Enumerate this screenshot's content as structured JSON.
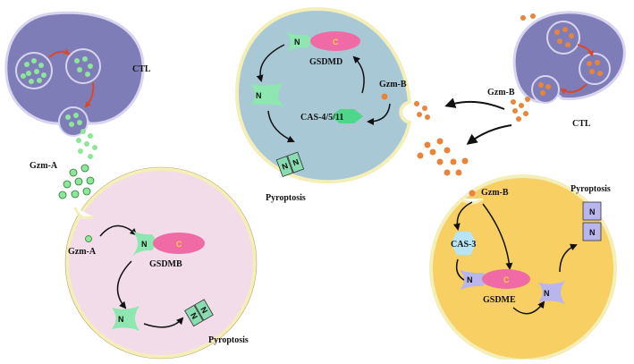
{
  "colors": {
    "ctl_membrane": "#d8d4ef",
    "ctl_fill": "#7f7db8",
    "granzyme_a": "#8ee69a",
    "granzyme_b": "#e8853a",
    "cell_a_fill": "#f3dce9",
    "cell_b_fill": "#a9c8d6",
    "cell_c_fill": "#f7cf62",
    "membrane_rim": "#f4eeb8",
    "arrow_red": "#d9482b",
    "n_fragment": "#8ee6b0",
    "c_fragment": "#f06aa6",
    "caspase": "#4fd68a",
    "cas3": "#b8e4f4",
    "pore_green": "#88dcb0",
    "pore_purple": "#b9b6ee"
  },
  "icons": [
    "pore-icon",
    "n-fragment-icon",
    "c-fragment-icon",
    "caspase-hexagon-icon",
    "granule-icon"
  ],
  "labels": {
    "ctl_left": "CTL",
    "ctl_right": "CTL",
    "gzm_a_outside": "Gzm-A",
    "gzm_a_inside": "Gzm-A",
    "gsdmb": "GSDMB",
    "pyroptosis_a": "Pyroptosis",
    "gsdmd": "GSDMD",
    "gzm_b_mid": "Gzm-B",
    "cas_4_5_11": "CAS-4/5/11",
    "pyroptosis_b": "Pyroptosis",
    "gzm_b_right": "Gzm-B",
    "gzm_b_cell": "Gzm-B",
    "cas3": "CAS-3",
    "gsdme": "GSDME",
    "pyroptosis_c": "Pyroptosis",
    "n": "N",
    "c": "C"
  }
}
